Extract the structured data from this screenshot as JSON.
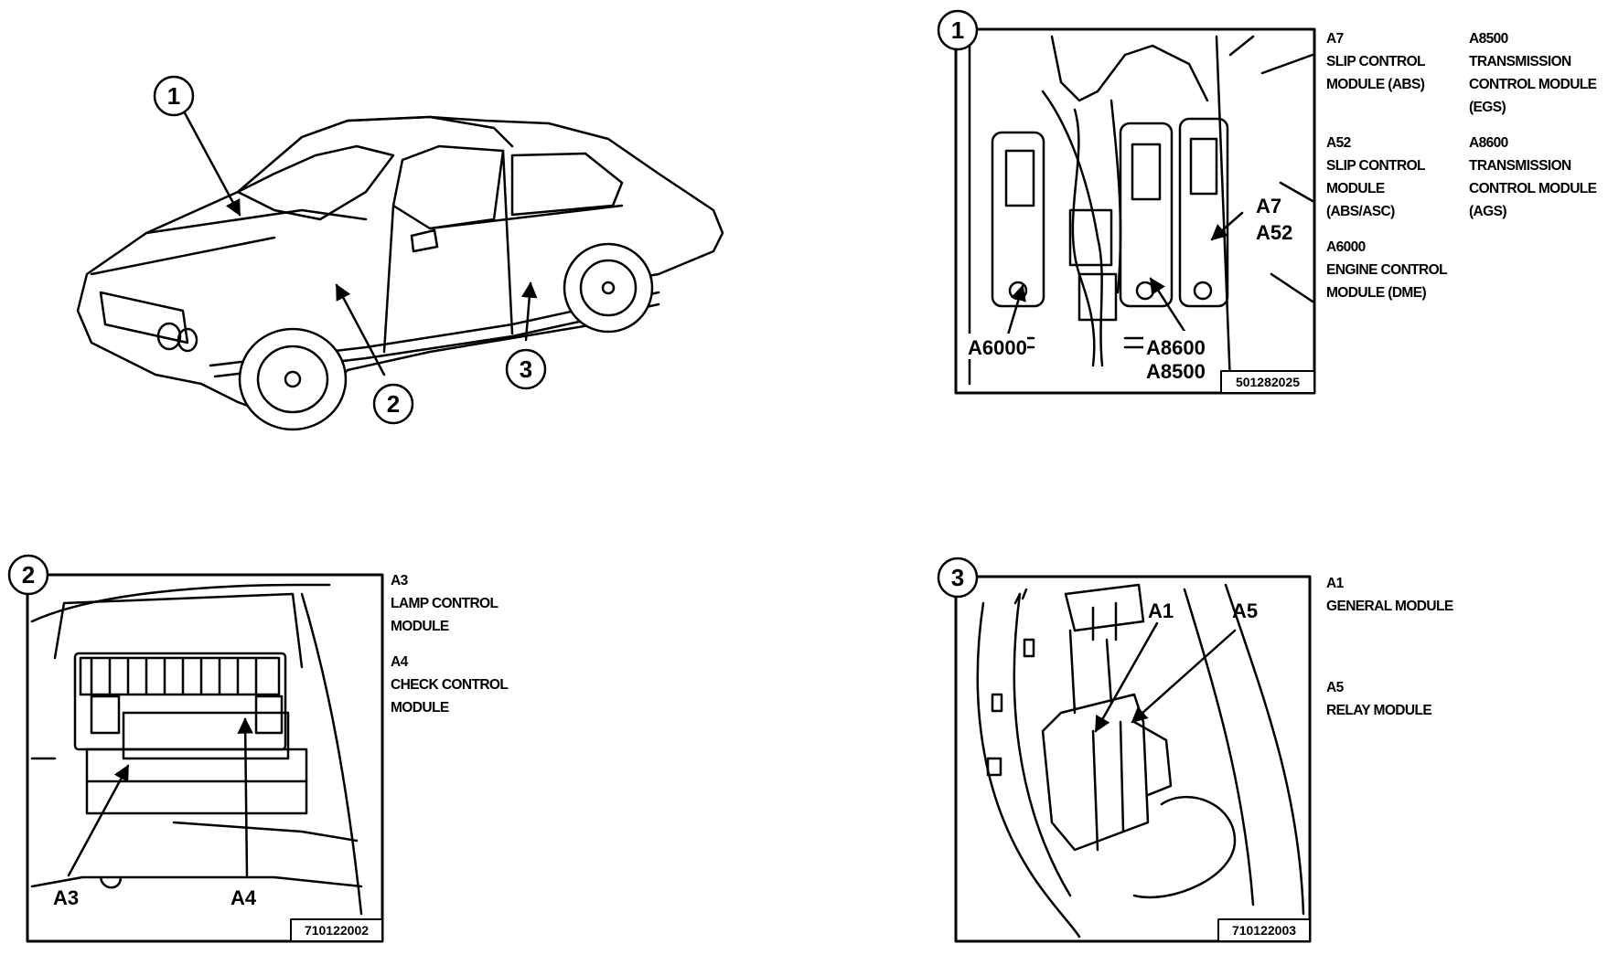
{
  "overview": {
    "callouts": [
      "1",
      "2",
      "3"
    ]
  },
  "panel1": {
    "number": "1",
    "labels": {
      "a7": "A7",
      "a52": "A52",
      "a6000": "A6000",
      "a8600": "A8600",
      "a8500": "A8500"
    },
    "figure_code": "501282025",
    "legend_col1": [
      {
        "code": "A7",
        "lines": [
          "SLIP CONTROL",
          "MODULE (ABS)"
        ]
      },
      {
        "code": "A52",
        "lines": [
          "SLIP CONTROL",
          "MODULE",
          "(ABS/ASC)"
        ]
      },
      {
        "code": "A6000",
        "lines": [
          "ENGINE CONTROL",
          "MODULE (DME)"
        ]
      }
    ],
    "legend_col2": [
      {
        "code": "A8500",
        "lines": [
          "TRANSMISSION",
          "CONTROL MODULE",
          "(EGS)"
        ]
      },
      {
        "code": "A8600",
        "lines": [
          "TRANSMISSION",
          "CONTROL MODULE",
          "(AGS)"
        ]
      }
    ]
  },
  "panel2": {
    "number": "2",
    "labels": {
      "a3": "A3",
      "a4": "A4"
    },
    "figure_code": "710122002",
    "legend": [
      {
        "code": "A3",
        "lines": [
          "LAMP CONTROL",
          "MODULE"
        ]
      },
      {
        "code": "A4",
        "lines": [
          "CHECK CONTROL",
          "MODULE"
        ]
      }
    ]
  },
  "panel3": {
    "number": "3",
    "labels": {
      "a1": "A1",
      "a5": "A5"
    },
    "figure_code": "710122003",
    "legend": [
      {
        "code": "A1",
        "lines": [
          "GENERAL MODULE"
        ]
      },
      {
        "code": "A5",
        "lines": [
          "RELAY MODULE"
        ]
      }
    ]
  }
}
